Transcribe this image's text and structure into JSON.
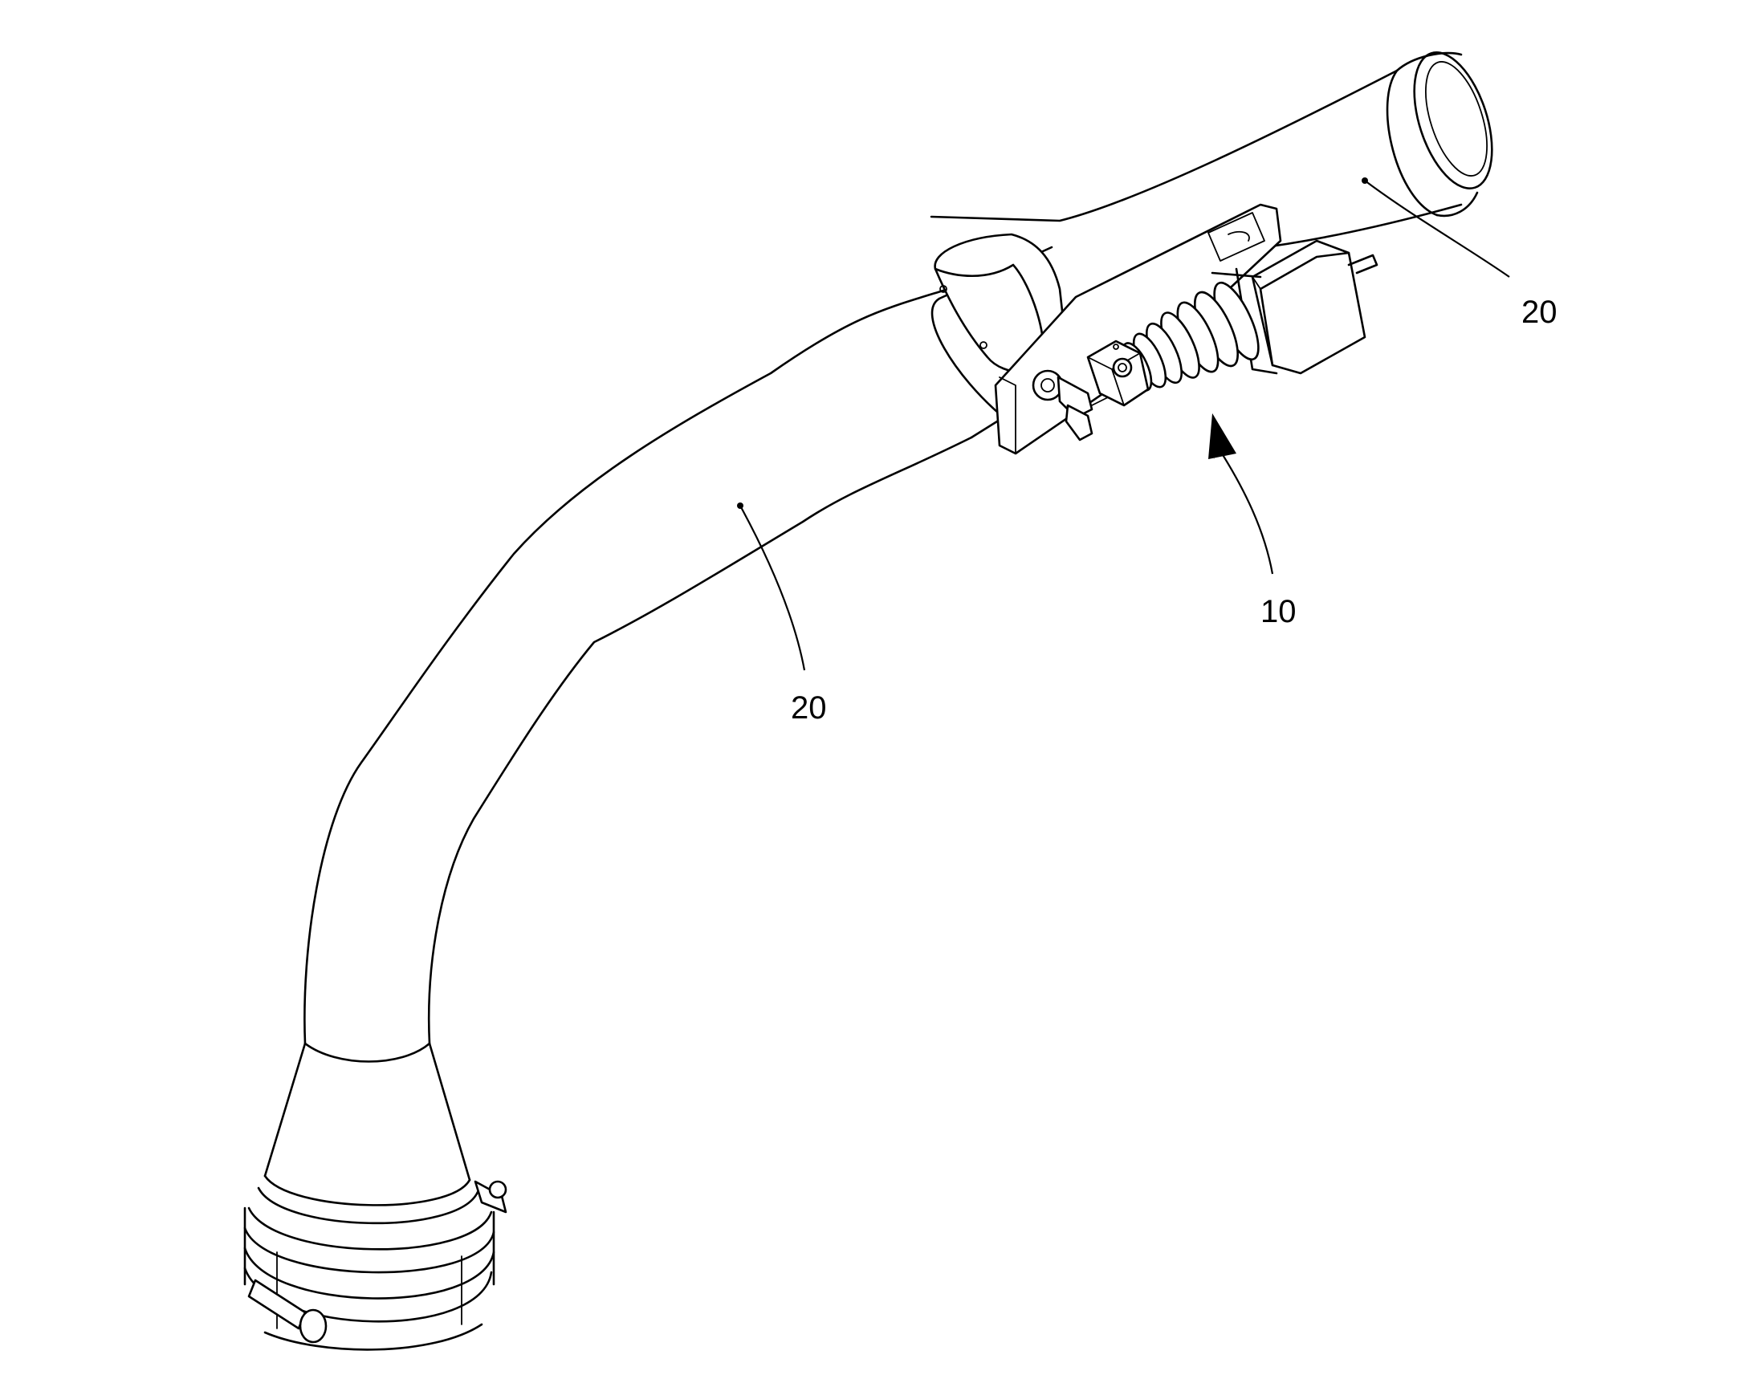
{
  "figure": {
    "labels": {
      "pipe_upper": "20",
      "pipe_lower": "20",
      "device": "10"
    },
    "colors": {
      "line": "#000000",
      "background": "#ffffff"
    }
  }
}
